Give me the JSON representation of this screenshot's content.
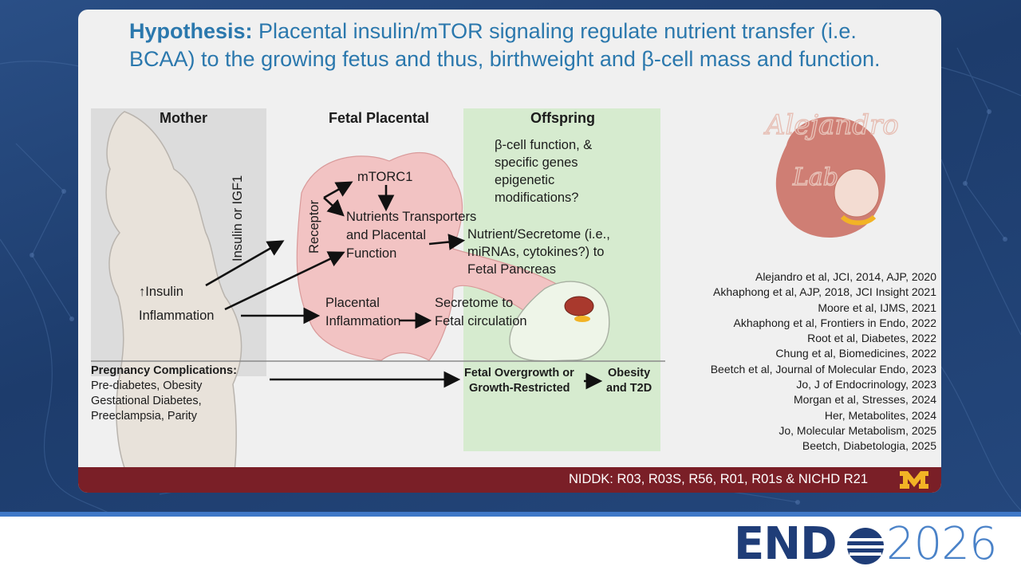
{
  "slide": {
    "title_bold": "Hypothesis:",
    "title_rest": " Placental insulin/mTOR signaling regulate nutrient transfer (i.e. BCAA) to the growing fetus and thus, birthweight and β-cell mass and function.",
    "columns": {
      "mother": "Mother",
      "fetal_placental": "Fetal Placental",
      "offspring": "Offspring"
    },
    "diagram": {
      "receptor_label_1": "Insulin or IGF1",
      "receptor_label_2": "Receptor",
      "mtorc1": "mTORC1",
      "nutrients_line1": "Nutrients Transporters",
      "nutrients_line2": "and Placental",
      "nutrients_line3": "Function",
      "beta_line1": "β-cell function, &",
      "beta_line2": "specific genes",
      "beta_line3": "epigenetic",
      "beta_line4": "modifications?",
      "nutrient_secretome_line1": "Nutrient/Secretome (i.e.,",
      "nutrient_secretome_line2": "miRNAs, cytokines?) to",
      "nutrient_secretome_line3": "Fetal Pancreas",
      "insulin_arrow": "↑",
      "insulin": "Insulin",
      "inflammation": "Inflammation",
      "placental_inflammation_line1": "Placental",
      "placental_inflammation_line2": "Inflammation",
      "secretome_line1": "Secretome to",
      "secretome_line2": "Fetal circulation",
      "complications_title": "Pregnancy Complications:",
      "complications_line1": "Pre-diabetes, Obesity",
      "complications_line2": "Gestational Diabetes,",
      "complications_line3": "Preeclampsia, Parity",
      "fetal_overgrowth_line1": "Fetal Overgrowth or",
      "fetal_overgrowth_line2": "Growth-Restricted",
      "obesity_line1": "Obesity",
      "obesity_line2": "and T2D"
    },
    "lab_logo_text": "Alejandro Lab",
    "references": [
      "Alejandro et al, JCI, 2014, AJP, 2020",
      "Akhaphong et al, AJP, 2018, JCI Insight 2021",
      "Moore et al, IJMS, 2021",
      "Akhaphong et al, Frontiers in Endo, 2022",
      "Root et al, Diabetes, 2022",
      "Chung et al, Biomedicines, 2022",
      "Beetch et al, Journal of Molecular Endo, 2023",
      "Jo, J of Endocrinology, 2023",
      "Morgan et al, Stresses, 2024",
      "Her, Metabolites, 2024",
      "Jo, Molecular Metabolism, 2025",
      "Beetch, Diabetologia, 2025"
    ],
    "funding": "NIDDK: R03, R03S, R56, R01, R01s & NICHD R21",
    "university_logo": "M"
  },
  "footer": {
    "logo_left": "END",
    "logo_right": "2026"
  },
  "colors": {
    "title": "#2b78ad",
    "maroon": "#7a1f27",
    "gold": "#f2b325",
    "placenta": "#f2c3c3",
    "offspring_bg": "#d6ebcf",
    "endo_dark": "#1f3d78",
    "endo_light": "#4a82c8"
  }
}
